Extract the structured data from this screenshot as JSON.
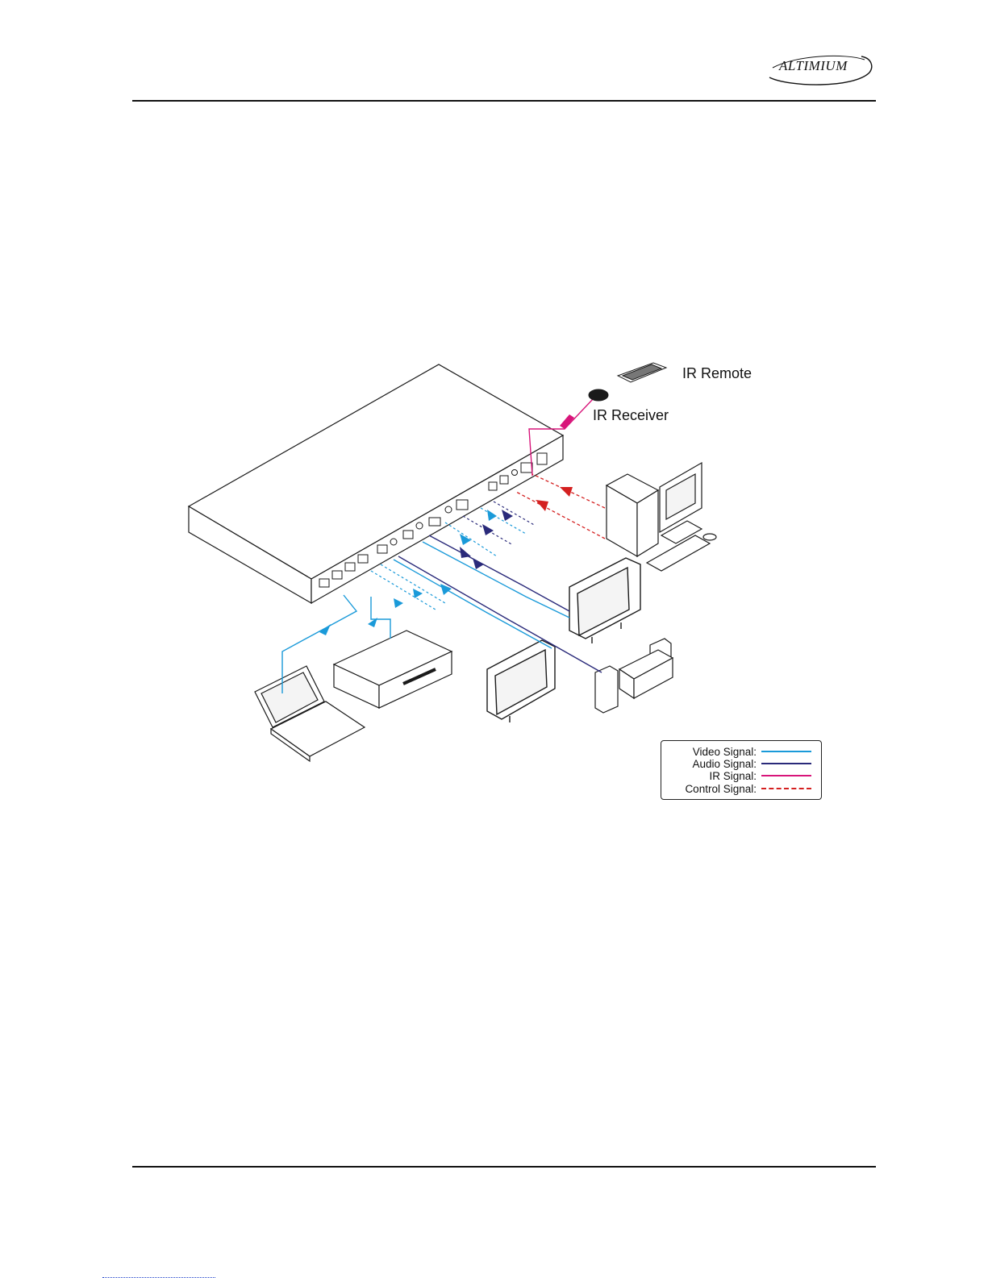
{
  "header": {
    "logo_text": "ALTIMIUM"
  },
  "diagram": {
    "labels": {
      "ir_remote": "IR Remote",
      "ir_receiver": "IR Receiver"
    },
    "legend": {
      "video": "Video Signal:",
      "audio": "Audio Signal:",
      "ir": "IR  Signal:",
      "control": "Control  Signal:"
    },
    "colors": {
      "video": "#1a9ad9",
      "audio": "#2a2a7a",
      "ir": "#d8157a",
      "control": "#d42020",
      "outline": "#1a1a1a"
    }
  }
}
